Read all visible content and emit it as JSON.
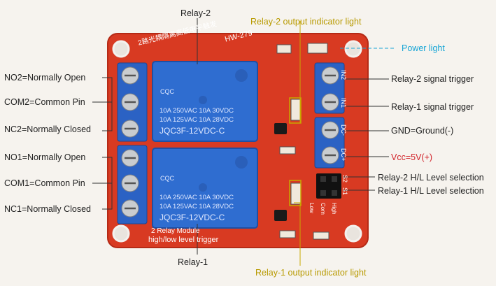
{
  "top_labels": {
    "relay2": "Relay-2",
    "relay2_indicator": "Relay-2 output indicator light",
    "power_light": "Power light"
  },
  "bottom_labels": {
    "relay1": "Relay-1",
    "relay1_indicator": "Relay-1 output indicator light"
  },
  "left_labels": {
    "no2": "NO2=Normally Open",
    "com2": "COM2=Common Pin",
    "nc2": "NC2=Normally Closed",
    "no1": "NO1=Normally Open",
    "com1": "COM1=Common Pin",
    "nc1": "NC1=Normally Closed"
  },
  "right_labels": {
    "in2": "Relay-2 signal trigger",
    "in1": "Relay-1 signal trigger",
    "gnd": "GND=Ground(-)",
    "vcc": "Vcc=5V(+)",
    "s2": "Relay-2 H/L Level selection",
    "s1": "Relay-1 H/L Level selection"
  },
  "board": {
    "model": "HW-279",
    "top_chinese": "2路光耦隔离高低电平触发",
    "bottom_line1": "2 Relay Module",
    "bottom_line2": "high/low level trigger",
    "pin_labels": [
      "IN2",
      "IN1",
      "DC-",
      "DC+"
    ],
    "jumper_labels": [
      "S2",
      "S1"
    ],
    "level_labels": [
      "Low",
      "Com",
      "High"
    ]
  },
  "relay": {
    "brand": "CQC",
    "rating1": "10A 250VAC  10A  30VDC",
    "rating2": "10A 125VAC  10A  28VDC",
    "model": "JQC3F-12VDC-C"
  },
  "colors": {
    "board": "#d83a22",
    "relay": "#2f6dd0",
    "terminal": "#2b62c4",
    "leader_yellow": "#c8a800",
    "leader_blue": "#19a6d6"
  }
}
